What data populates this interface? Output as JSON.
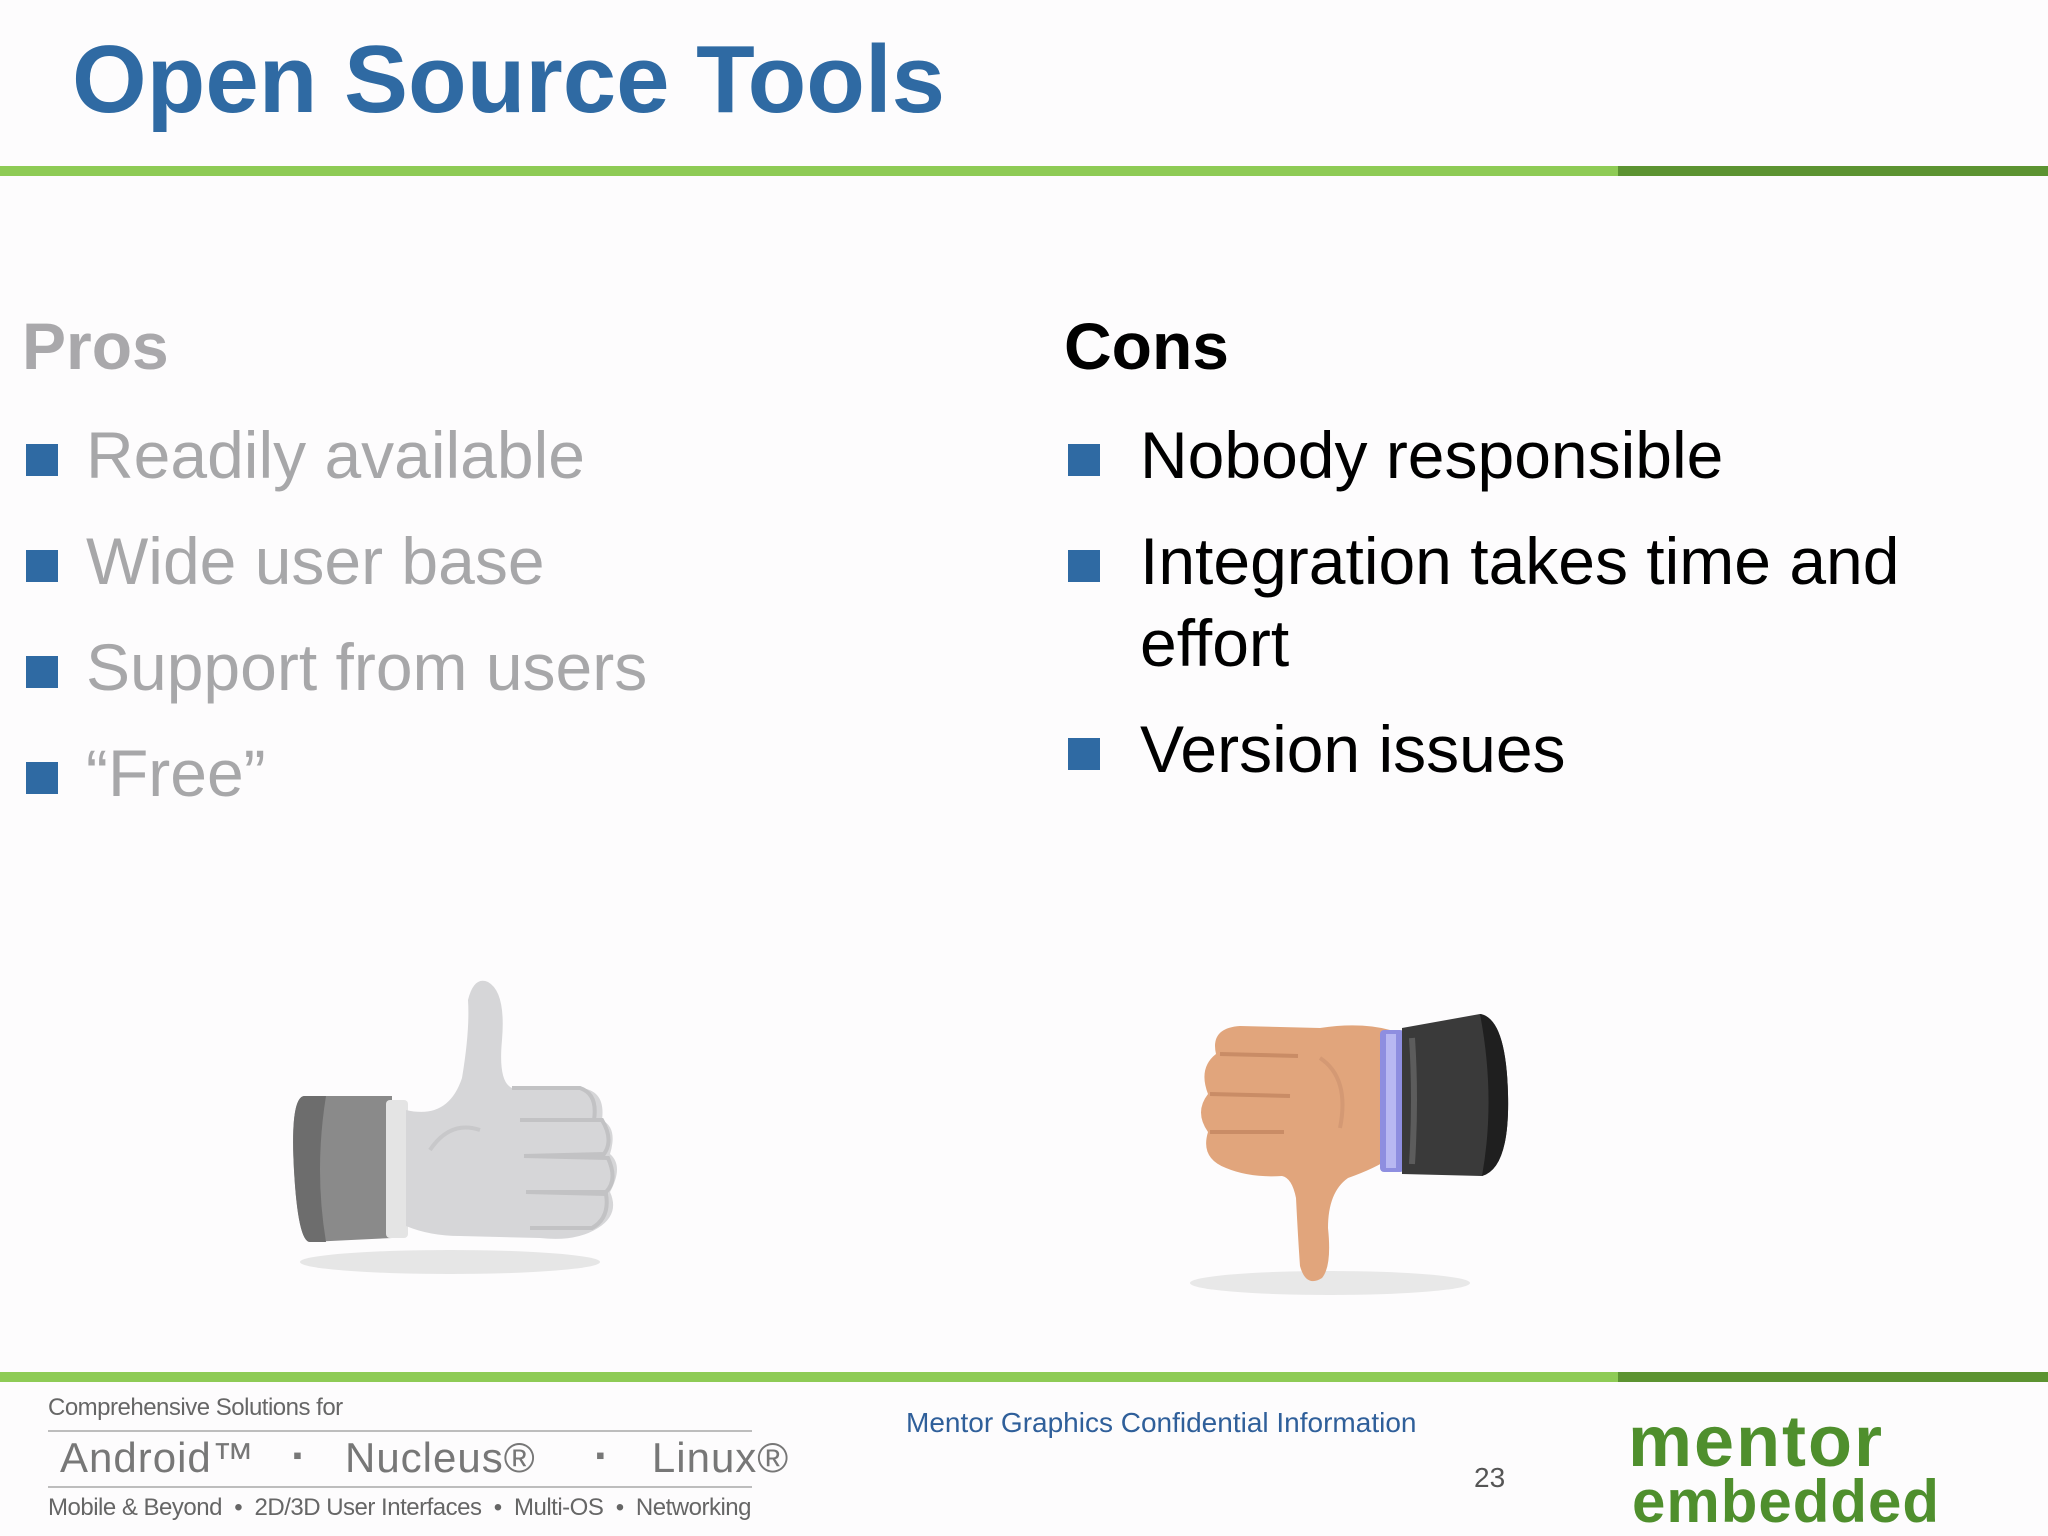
{
  "slide": {
    "title": "Open Source Tools",
    "pros": {
      "heading": "Pros",
      "items": [
        "Readily available",
        "Wide user base",
        "Support from users",
        "“Free”"
      ]
    },
    "cons": {
      "heading": "Cons",
      "items": [
        "Nobody responsible",
        "Integration takes time and effort",
        "Version issues"
      ]
    },
    "icons": {
      "pros": "thumbs-up-icon",
      "cons": "thumbs-down-icon"
    }
  },
  "footer": {
    "tagline": "Comprehensive Solutions for",
    "products": [
      "Android™",
      "▪",
      "Nucleus®",
      "▪",
      "Linux®"
    ],
    "subline": "Mobile & Beyond  •  2D/3D User Interfaces  •  Multi-OS  •  Networking",
    "confidential": "Mentor Graphics Confidential Information",
    "page_number": "23",
    "brand_top": "mentor",
    "brand_bottom": "embedded"
  },
  "colors": {
    "title": "#2f6aa3",
    "bullet": "#2f6aa3",
    "rule_light": "#8ecb55",
    "rule_dark": "#5c9331",
    "pros_text": "#a7a7a9",
    "brand_green": "#4f8f2d"
  }
}
